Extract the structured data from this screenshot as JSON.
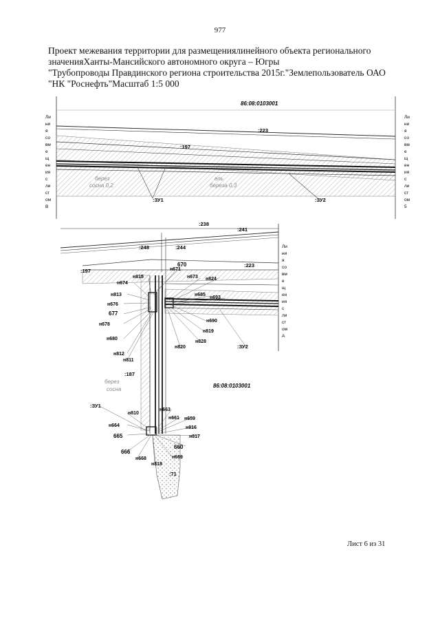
{
  "page_number": "977",
  "title_lines": [
    "Проект межевания территории для размещениялинейного объекта регионального",
    "значенияХанты-Мансийского автономного округа – Югры",
    "\"Трубопроводы Правдинского региона строительства 2015г.\"Землепользователь ОАО",
    "\"НК \"Роснефть\"Масштаб 1:5 000"
  ],
  "map_top": {
    "cadastral_quarter": "86:08:0103001",
    "parcel_labels": [
      ":223",
      ":197",
      ":ЗУ1",
      ":ЗУ2"
    ],
    "legend_left": [
      "Ли",
      "ни",
      "я",
      "со",
      "вм",
      "е",
      "щ",
      "ен",
      "ия",
      "с",
      "ли",
      "ст",
      "ом",
      "В"
    ],
    "legend_right": [
      "Ли",
      "ни",
      "я",
      "со",
      "вм",
      "е",
      "щ",
      "ен",
      "ия",
      "с",
      "ли",
      "ст",
      "ом",
      "5"
    ],
    "vegetation": [
      "берез",
      "сосна 0,2",
      "ель",
      "береза 0,3"
    ]
  },
  "map_bottom": {
    "cadastral_quarter": "86:08:0103001",
    "parcel_labels": [
      ":238",
      ":241",
      ":248",
      ":244",
      ":223",
      ":197",
      ":187",
      ":ЗУ1",
      ":ЗУ2",
      ":71"
    ],
    "legend_right": [
      "Ли",
      "ни",
      "я",
      "со",
      "вм",
      "е",
      "щ",
      "ен",
      "ия",
      "с",
      "ли",
      "ст",
      "ом",
      "А"
    ],
    "vegetation": [
      "берез",
      "сосна"
    ],
    "points": [
      "н671",
      "670",
      "н673",
      "н824",
      "н815",
      "н674",
      "н685",
      "н693",
      "н813",
      "н676",
      "677",
      "н678",
      "н690",
      "н819",
      "н828",
      "н680",
      "н820",
      "н812",
      "н811",
      "н810",
      "н663",
      "н661",
      "н659",
      "н664",
      "н816",
      "н817",
      "665",
      "660",
      "666",
      "н668",
      "н818",
      "н669"
    ]
  },
  "footer": "Лист 6 из 31"
}
